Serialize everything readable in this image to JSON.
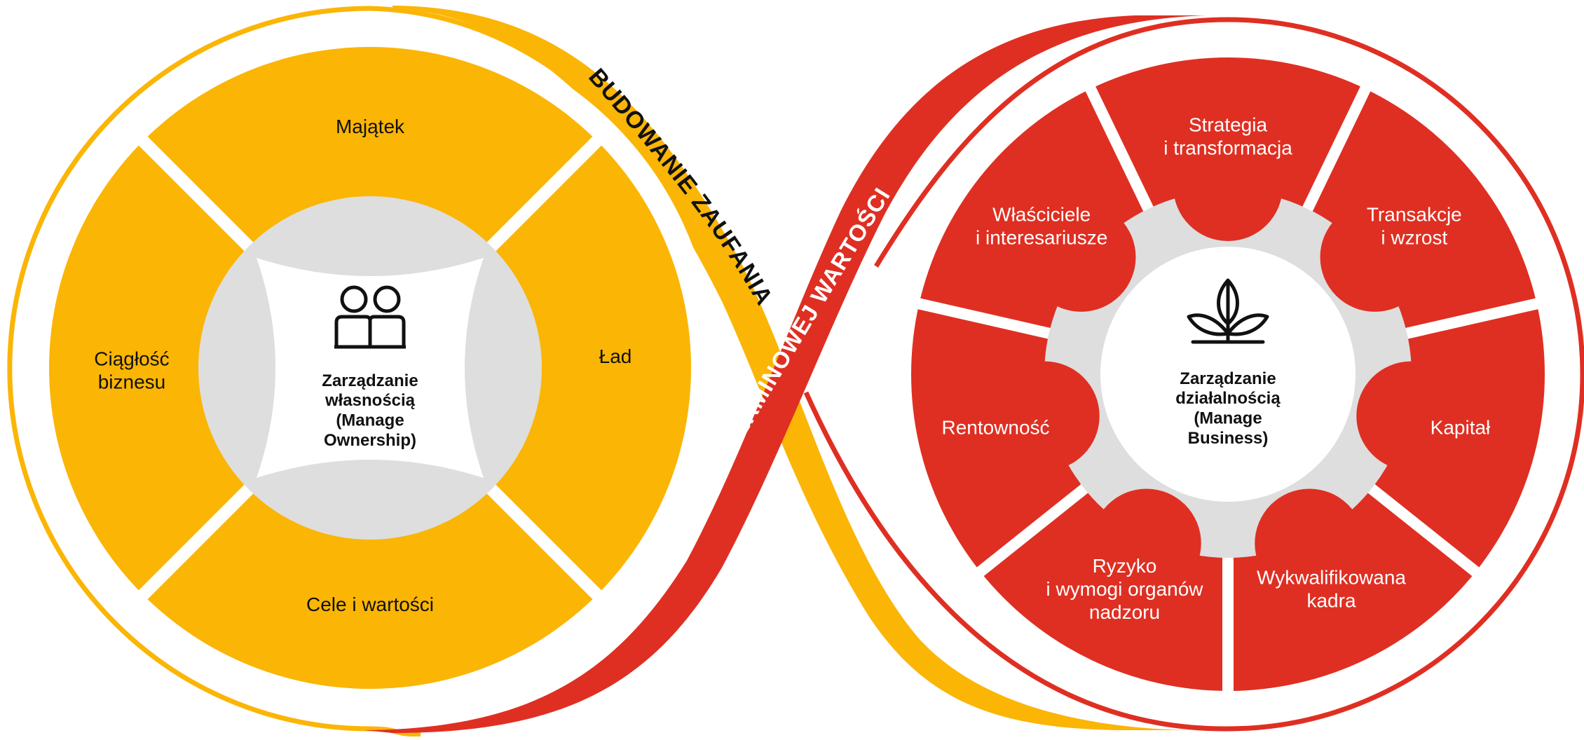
{
  "colors": {
    "yellow": "#FBB505",
    "red": "#DF2F22",
    "grey": "#DEDEDE",
    "white": "#FFFFFF",
    "text_dark": "#111111"
  },
  "ribbons": {
    "trust": "BUDOWANIE ZAUFANIA",
    "value": "TWORZENIE DŁUGOTERMINOWEJ WARTOŚCI"
  },
  "left_circle": {
    "icon": "two-people-icon",
    "center_lines": [
      "Zarządzanie",
      "własnością",
      "(Manage",
      "Ownership)"
    ],
    "segments": [
      {
        "lines": [
          "Majątek"
        ]
      },
      {
        "lines": [
          "Ład"
        ]
      },
      {
        "lines": [
          "Cele i wartości"
        ]
      },
      {
        "lines": [
          "Ciągłość",
          "biznesu"
        ]
      }
    ]
  },
  "right_circle": {
    "icon": "plant-sprout-icon",
    "center_lines": [
      "Zarządzanie",
      "działalnością",
      "(Manage",
      "Business)"
    ],
    "segments": [
      {
        "lines": [
          "Strategia",
          "i transformacja"
        ]
      },
      {
        "lines": [
          "Transakcje",
          "i wzrost"
        ]
      },
      {
        "lines": [
          "Kapitał"
        ]
      },
      {
        "lines": [
          "Wykwalifikowana",
          "kadra"
        ]
      },
      {
        "lines": [
          "Ryzyko",
          "i wymogi organów",
          "nadzoru"
        ]
      },
      {
        "lines": [
          "Rentowność"
        ]
      },
      {
        "lines": [
          "Właściciele",
          "i interesariusze"
        ]
      }
    ]
  }
}
